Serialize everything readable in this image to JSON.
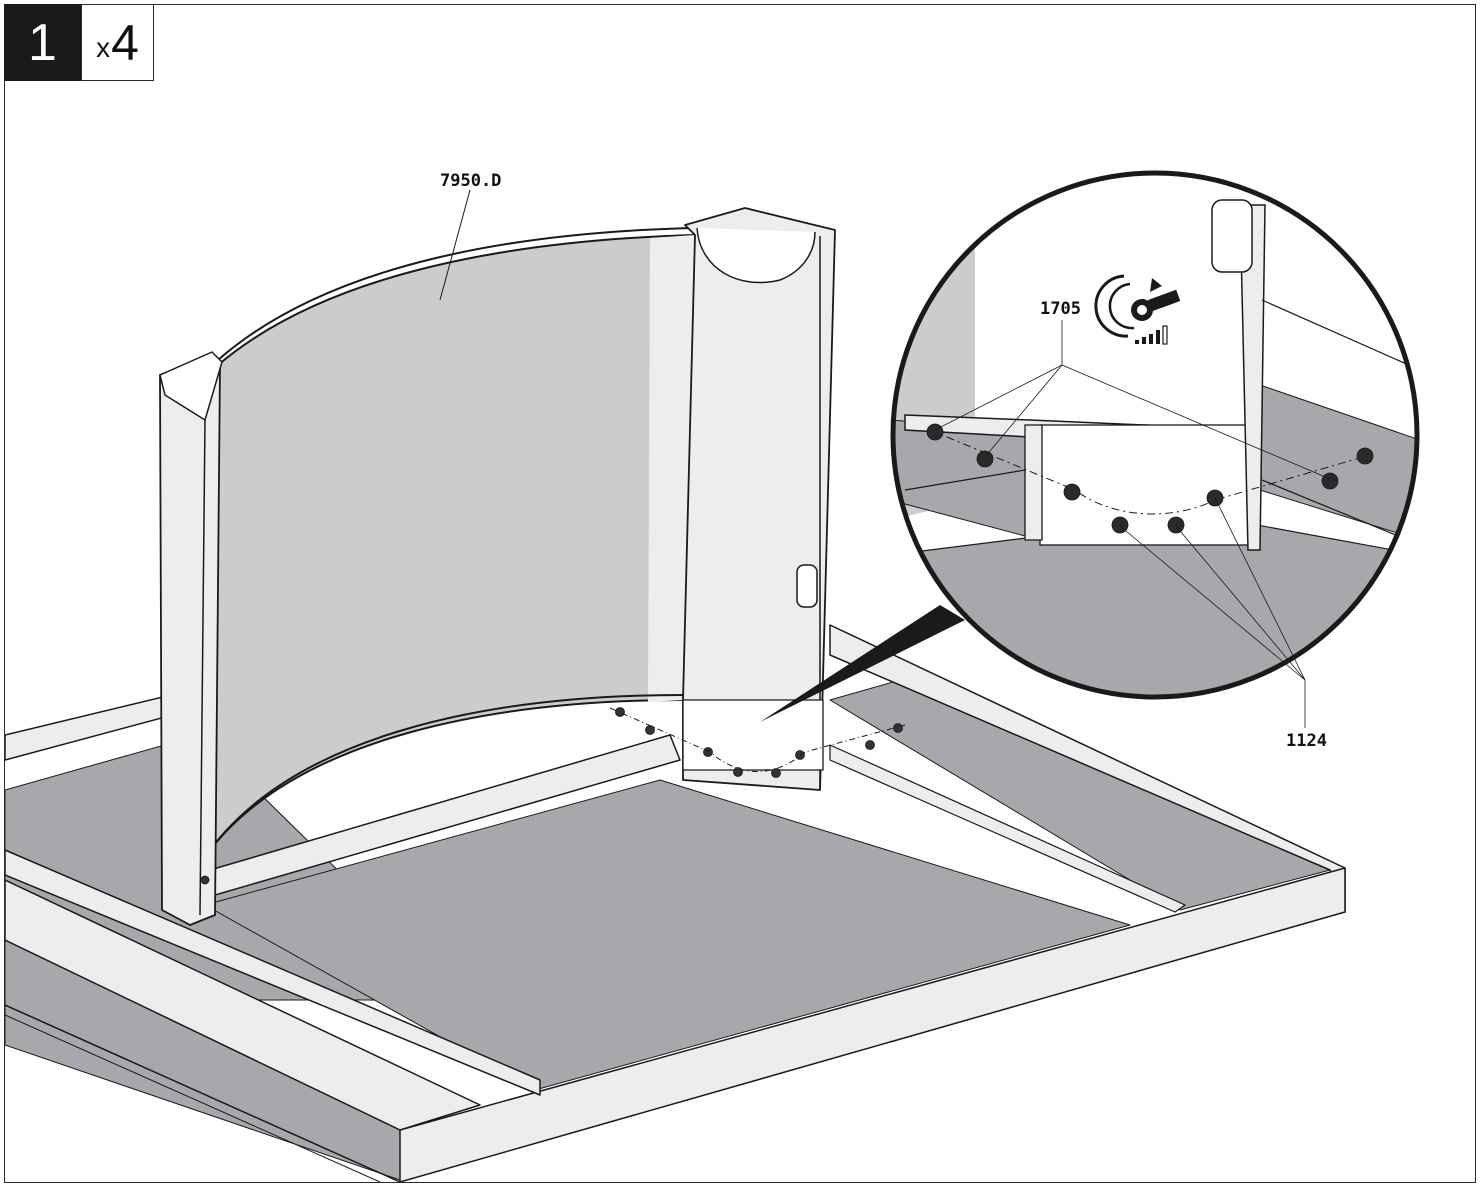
{
  "step": {
    "number": "1",
    "quantity_prefix": "x",
    "quantity": "4"
  },
  "callouts": {
    "back_panel": "7950.D",
    "bolt": "1705",
    "nut": "1124"
  },
  "icons": {
    "torque": "wrench-torque-icon"
  },
  "colors": {
    "floor_panel": "#a6a8ab",
    "wall_panel": "#cbcccd",
    "frame": "#ededee",
    "outline": "#1a1a1a"
  }
}
